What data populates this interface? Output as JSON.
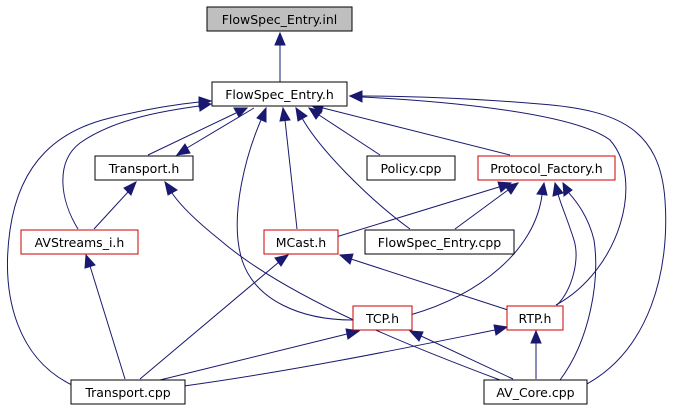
{
  "colors": {
    "edge": "#191970",
    "normal_border": "#000000",
    "highlight_border": "#cc0000",
    "focus_fill": "#bfbfbf",
    "node_fill": "#ffffff"
  },
  "nodes": [
    {
      "id": "flowspec_inl",
      "label": "FlowSpec_Entry.inl",
      "style": "focus"
    },
    {
      "id": "flowspec_h",
      "label": "FlowSpec_Entry.h",
      "style": "normal"
    },
    {
      "id": "transport_h",
      "label": "Transport.h",
      "style": "normal"
    },
    {
      "id": "policy_cpp",
      "label": "Policy.cpp",
      "style": "normal"
    },
    {
      "id": "protocol_factory_h",
      "label": "Protocol_Factory.h",
      "style": "highlight"
    },
    {
      "id": "avstreams_i_h",
      "label": "AVStreams_i.h",
      "style": "highlight"
    },
    {
      "id": "mcast_h",
      "label": "MCast.h",
      "style": "highlight"
    },
    {
      "id": "flowspec_cpp",
      "label": "FlowSpec_Entry.cpp",
      "style": "normal"
    },
    {
      "id": "tcp_h",
      "label": "TCP.h",
      "style": "highlight"
    },
    {
      "id": "rtp_h",
      "label": "RTP.h",
      "style": "highlight"
    },
    {
      "id": "transport_cpp",
      "label": "Transport.cpp",
      "style": "normal"
    },
    {
      "id": "av_core_cpp",
      "label": "AV_Core.cpp",
      "style": "normal"
    }
  ],
  "edges": [
    {
      "from": "flowspec_h",
      "to": "flowspec_inl"
    },
    {
      "from": "transport_h",
      "to": "flowspec_h"
    },
    {
      "from": "flowspec_h",
      "to": "transport_h"
    },
    {
      "from": "policy_cpp",
      "to": "flowspec_h"
    },
    {
      "from": "protocol_factory_h",
      "to": "flowspec_h"
    },
    {
      "from": "avstreams_i_h",
      "to": "flowspec_h"
    },
    {
      "from": "mcast_h",
      "to": "flowspec_h"
    },
    {
      "from": "flowspec_cpp",
      "to": "flowspec_h"
    },
    {
      "from": "tcp_h",
      "to": "flowspec_h"
    },
    {
      "from": "rtp_h",
      "to": "flowspec_h"
    },
    {
      "from": "transport_cpp",
      "to": "flowspec_h"
    },
    {
      "from": "av_core_cpp",
      "to": "flowspec_h"
    },
    {
      "from": "avstreams_i_h",
      "to": "transport_h"
    },
    {
      "from": "av_core_cpp",
      "to": "transport_h"
    },
    {
      "from": "mcast_h",
      "to": "protocol_factory_h"
    },
    {
      "from": "flowspec_cpp",
      "to": "protocol_factory_h"
    },
    {
      "from": "tcp_h",
      "to": "protocol_factory_h"
    },
    {
      "from": "rtp_h",
      "to": "protocol_factory_h"
    },
    {
      "from": "av_core_cpp",
      "to": "protocol_factory_h"
    },
    {
      "from": "transport_cpp",
      "to": "avstreams_i_h"
    },
    {
      "from": "transport_cpp",
      "to": "mcast_h"
    },
    {
      "from": "rtp_h",
      "to": "mcast_h"
    },
    {
      "from": "transport_cpp",
      "to": "tcp_h"
    },
    {
      "from": "av_core_cpp",
      "to": "tcp_h"
    },
    {
      "from": "transport_cpp",
      "to": "rtp_h"
    },
    {
      "from": "av_core_cpp",
      "to": "rtp_h"
    }
  ]
}
